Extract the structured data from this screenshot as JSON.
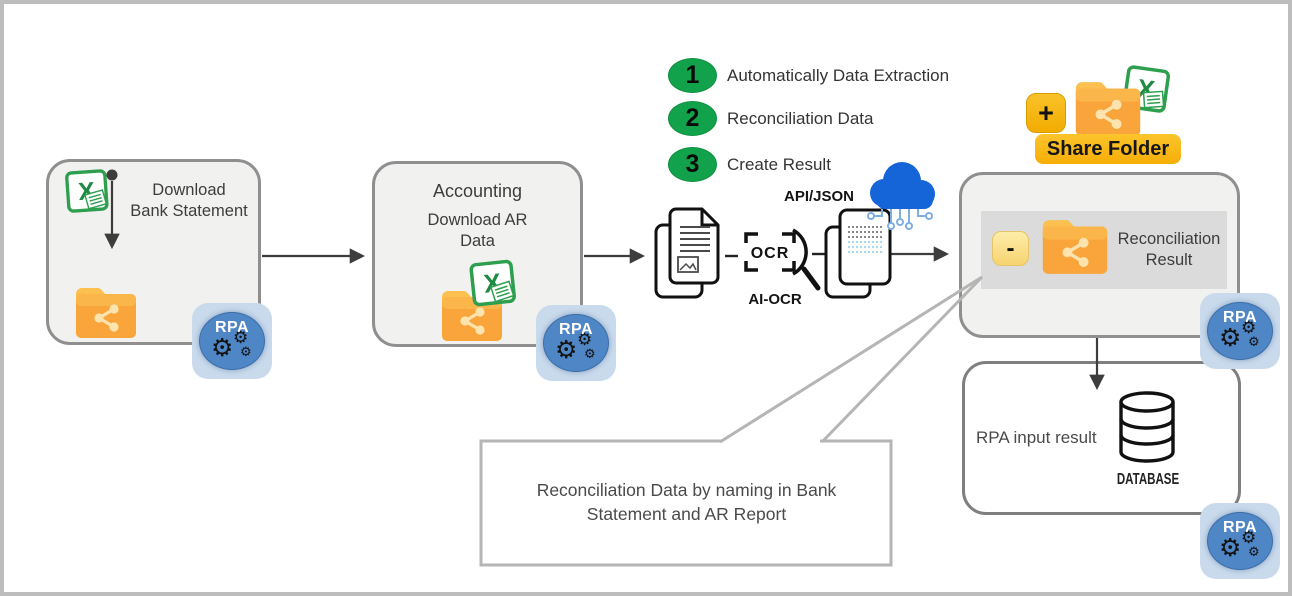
{
  "colors": {
    "step_green": "#12a24b",
    "folder_orange": "#f9a53c",
    "gold": "#f6ae07",
    "badge_blue": "#4f86c5",
    "badge_bg": "#c9daec",
    "cloud_blue": "#1565d8",
    "box_fill": "#f1f1ef",
    "border_gray": "#8f8f8f"
  },
  "boxes": {
    "bank_statement": {
      "line1": "Download",
      "line2": "Bank Statement"
    },
    "accounting": {
      "title": "Accounting",
      "line1": "Download AR",
      "line2": "Data"
    },
    "reconciliation": {
      "line1": "Reconciliation",
      "line2": "Result",
      "minus_label": "-"
    },
    "rpa_input": {
      "label": "RPA input result",
      "database_label": "DATABASE"
    }
  },
  "steps": [
    {
      "num": "1",
      "label": "Automatically Data Extraction"
    },
    {
      "num": "2",
      "label": "Reconciliation Data"
    },
    {
      "num": "3",
      "label": "Create Result"
    }
  ],
  "ocr": {
    "frame_text": "OCR",
    "label": "AI-OCR"
  },
  "api": {
    "label": "API/JSON"
  },
  "share_folder": {
    "label": "Share Folder",
    "plus_label": "+"
  },
  "callout": {
    "line1": "Reconciliation Data by naming in Bank",
    "line2": "Statement and AR Report"
  },
  "badge": {
    "label": "RPA",
    "gear_glyph": "⚙"
  },
  "excel": {
    "letter": "X"
  }
}
